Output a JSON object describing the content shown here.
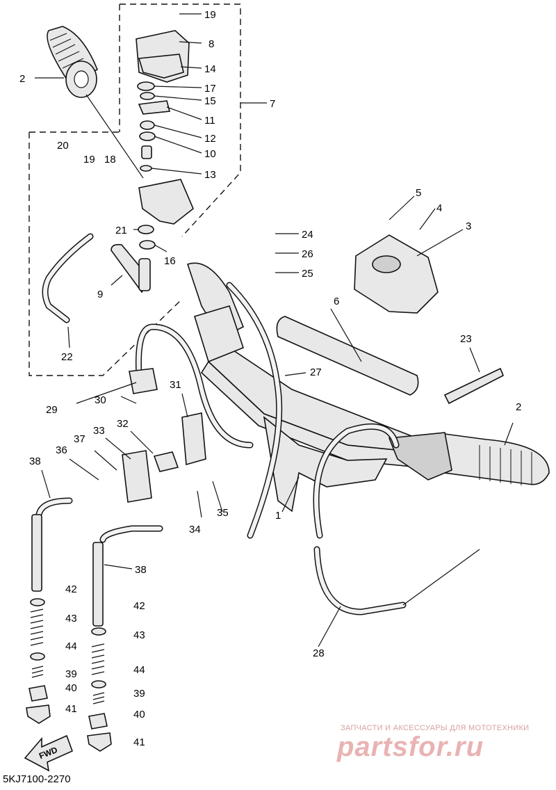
{
  "diagram": {
    "callouts": [
      "19",
      "8",
      "14",
      "17",
      "15",
      "11",
      "12",
      "10",
      "13",
      "20",
      "19",
      "18",
      "7",
      "2",
      "24",
      "26",
      "25",
      "21",
      "16",
      "9",
      "22",
      "5",
      "4",
      "3",
      "6",
      "23",
      "27",
      "29",
      "30",
      "31",
      "32",
      "33",
      "37",
      "36",
      "38",
      "34",
      "35",
      "1",
      "2",
      "38",
      "42",
      "43",
      "44",
      "39",
      "40",
      "41",
      "42",
      "43",
      "44",
      "39",
      "40",
      "41",
      "28"
    ],
    "direction_arrow": "FWD",
    "catalog_code": "5KJ7100-2270"
  },
  "watermark": {
    "tagline": "ЗАПЧАСТИ И АКСЕССУАРЫ ДЛЯ МОТОТЕХНИКИ",
    "logo": "partsfor.ru"
  }
}
